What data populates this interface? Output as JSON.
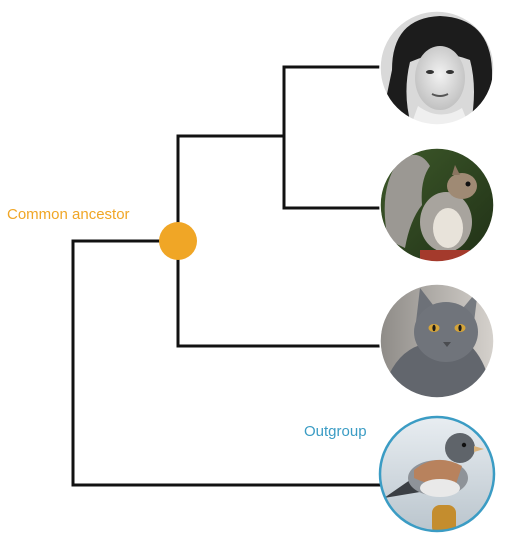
{
  "diagram": {
    "common_ancestor_label": "Common ancestor",
    "outgroup_label": "Outgroup",
    "taxa": [
      {
        "id": "human",
        "image": "black-and-white portrait of a woman"
      },
      {
        "id": "squirrel",
        "image": "gray squirrel eating"
      },
      {
        "id": "cat",
        "image": "gray cat"
      },
      {
        "id": "bird",
        "image": "junco bird perched",
        "outgroup": true
      }
    ]
  },
  "colors": {
    "ancestor_node": "#f0a626",
    "ancestor_label": "#f0a626",
    "outgroup_label": "#3b9cc4",
    "outgroup_ring": "#3b9cc4",
    "branch": "#111111"
  }
}
